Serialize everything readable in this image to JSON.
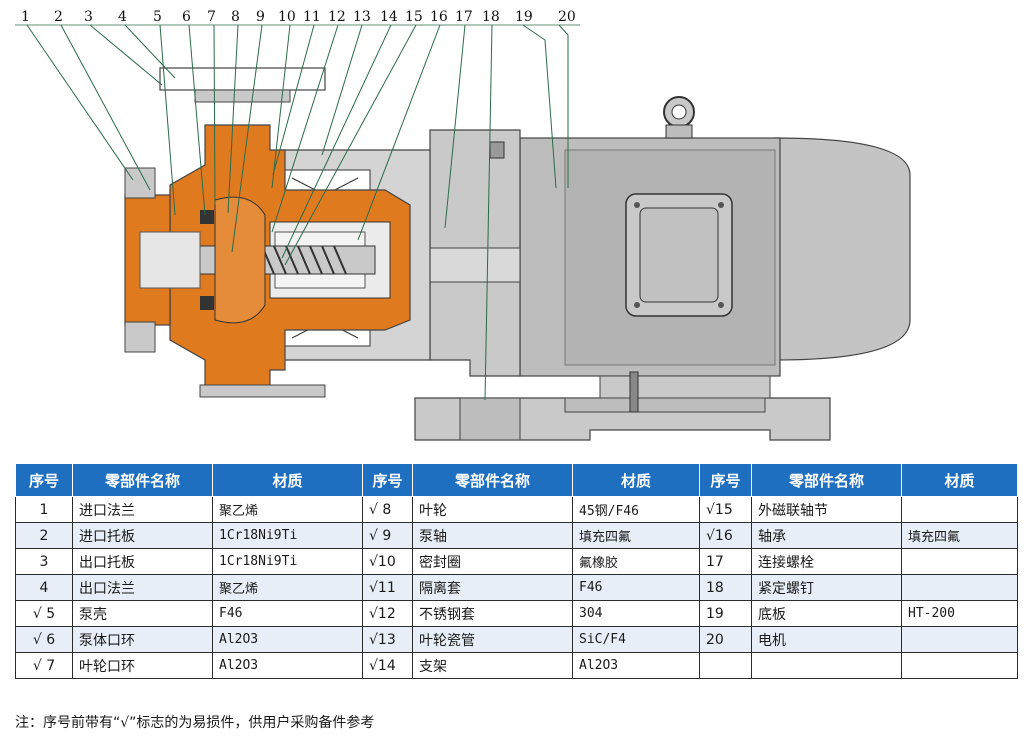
{
  "callouts": [
    "1",
    "2",
    "3",
    "4",
    "5",
    "6",
    "7",
    "8",
    "9",
    "10",
    "11",
    "12",
    "13",
    "14",
    "15",
    "16",
    "17",
    "18",
    "19",
    "20"
  ],
  "colors": {
    "pump_body": "#e07a1f",
    "metal": "#c9c9c9",
    "motor": "#bdbdbd",
    "header": "#1e6fbf",
    "stripe": "#e7eef7"
  },
  "table": {
    "headers": [
      "序号",
      "零部件名称",
      "材质"
    ],
    "columns": [
      [
        {
          "no": "1",
          "name": "进口法兰",
          "material": "聚乙烯"
        },
        {
          "no": "2",
          "name": "进口托板",
          "material": "1Cr18Ni9Ti"
        },
        {
          "no": "3",
          "name": "出口托板",
          "material": "1Cr18Ni9Ti"
        },
        {
          "no": "4",
          "name": "出口法兰",
          "material": "聚乙烯"
        },
        {
          "no": "√ 5",
          "name": "泵壳",
          "material": "F46"
        },
        {
          "no": "√ 6",
          "name": "泵体口环",
          "material": "Al2O3"
        },
        {
          "no": "√ 7",
          "name": "叶轮口环",
          "material": "Al2O3"
        }
      ],
      [
        {
          "no": "√ 8",
          "name": "叶轮",
          "material": "45钢/F46"
        },
        {
          "no": "√ 9",
          "name": "泵轴",
          "material": "填充四氟"
        },
        {
          "no": "√10",
          "name": "密封圈",
          "material": "氟橡胶"
        },
        {
          "no": "√11",
          "name": "隔离套",
          "material": "F46"
        },
        {
          "no": "√12",
          "name": "不锈钢套",
          "material": "304"
        },
        {
          "no": "√13",
          "name": "叶轮瓷管",
          "material": "SiC/F4"
        },
        {
          "no": "√14",
          "name": "支架",
          "material": "Al2O3"
        }
      ],
      [
        {
          "no": "√15",
          "name": "外磁联轴节",
          "material": ""
        },
        {
          "no": "√16",
          "name": "轴承",
          "material": "填充四氟"
        },
        {
          "no": "17",
          "name": "连接螺栓",
          "material": ""
        },
        {
          "no": "18",
          "name": "紧定螺钉",
          "material": ""
        },
        {
          "no": "19",
          "name": "底板",
          "material": "HT-200"
        },
        {
          "no": "20",
          "name": "电机",
          "material": ""
        },
        {
          "no": "",
          "name": "",
          "material": ""
        }
      ]
    ]
  },
  "note": "注：序号前带有“√”标志的为易损件，供用户采购备件参考"
}
